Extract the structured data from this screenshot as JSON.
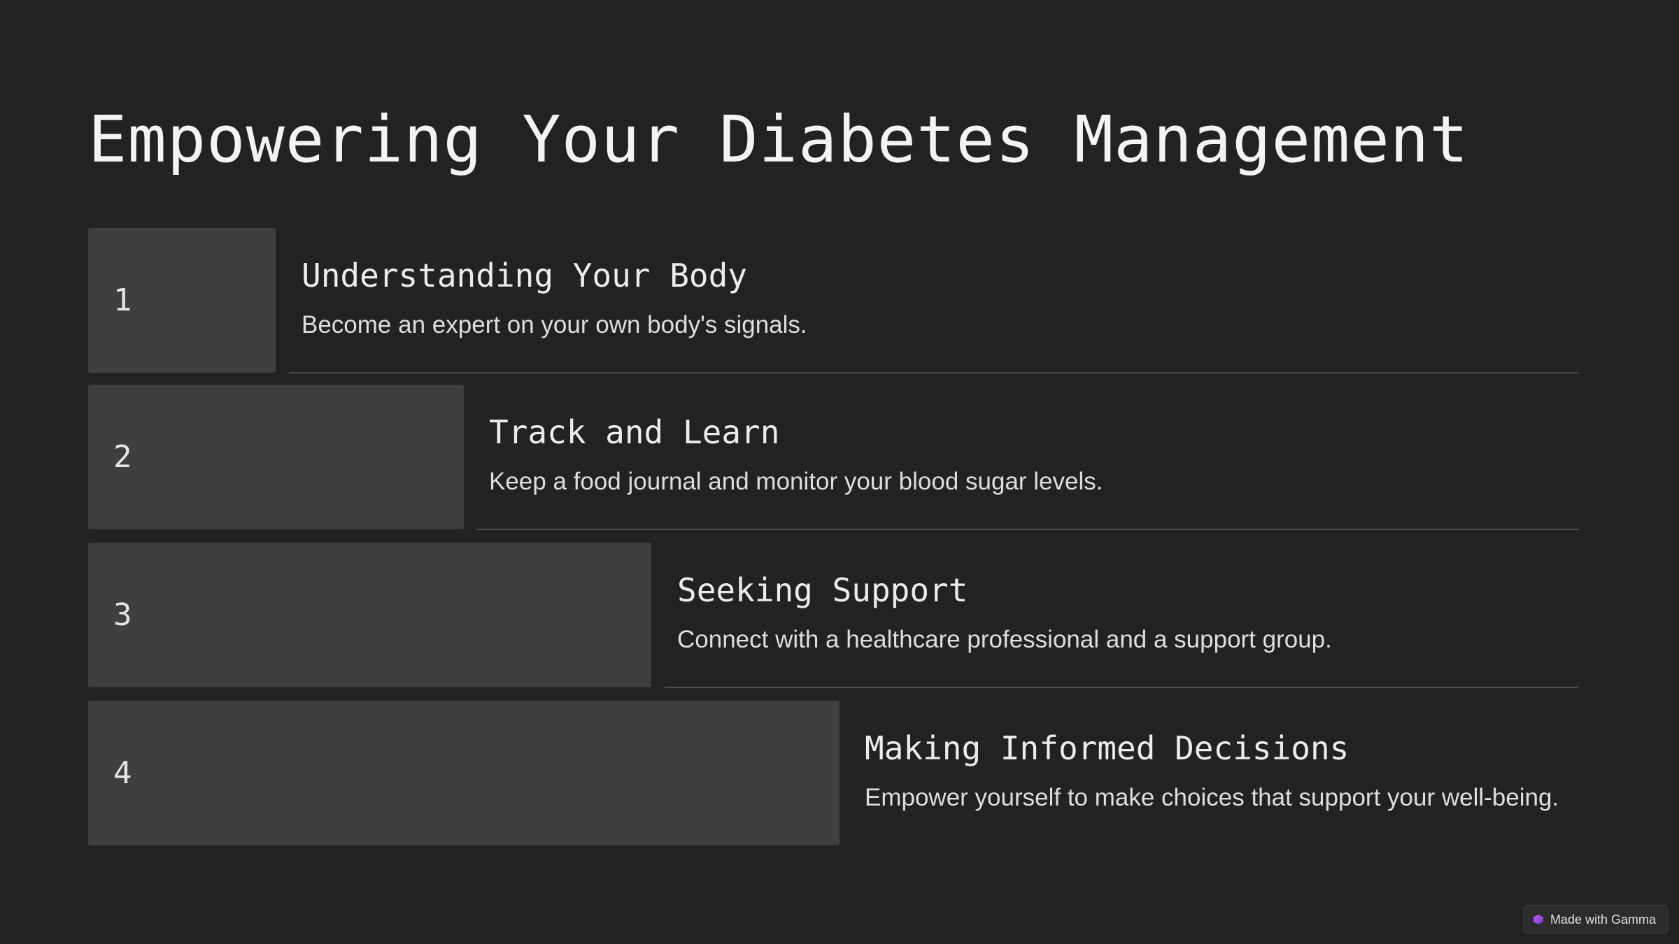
{
  "slide": {
    "title": "Empowering Your Diabetes Management",
    "steps": [
      {
        "number": "1",
        "title": "Understanding Your Body",
        "description": "Become an expert on your own body's signals."
      },
      {
        "number": "2",
        "title": "Track and Learn",
        "description": "Keep a food journal and monitor your blood sugar levels."
      },
      {
        "number": "3",
        "title": "Seeking Support",
        "description": "Connect with a healthcare professional and a support group."
      },
      {
        "number": "4",
        "title": "Making Informed Decisions",
        "description": "Empower yourself to make choices that support your well-being."
      }
    ]
  },
  "badge": {
    "label": "Made with Gamma",
    "icon": "gamma-logo-icon"
  },
  "colors": {
    "background": "#222222",
    "box": "#3f3f3f",
    "text": "#e8e8e8",
    "divider": "#4e4e4e",
    "badge_icon": "#a24be6"
  }
}
